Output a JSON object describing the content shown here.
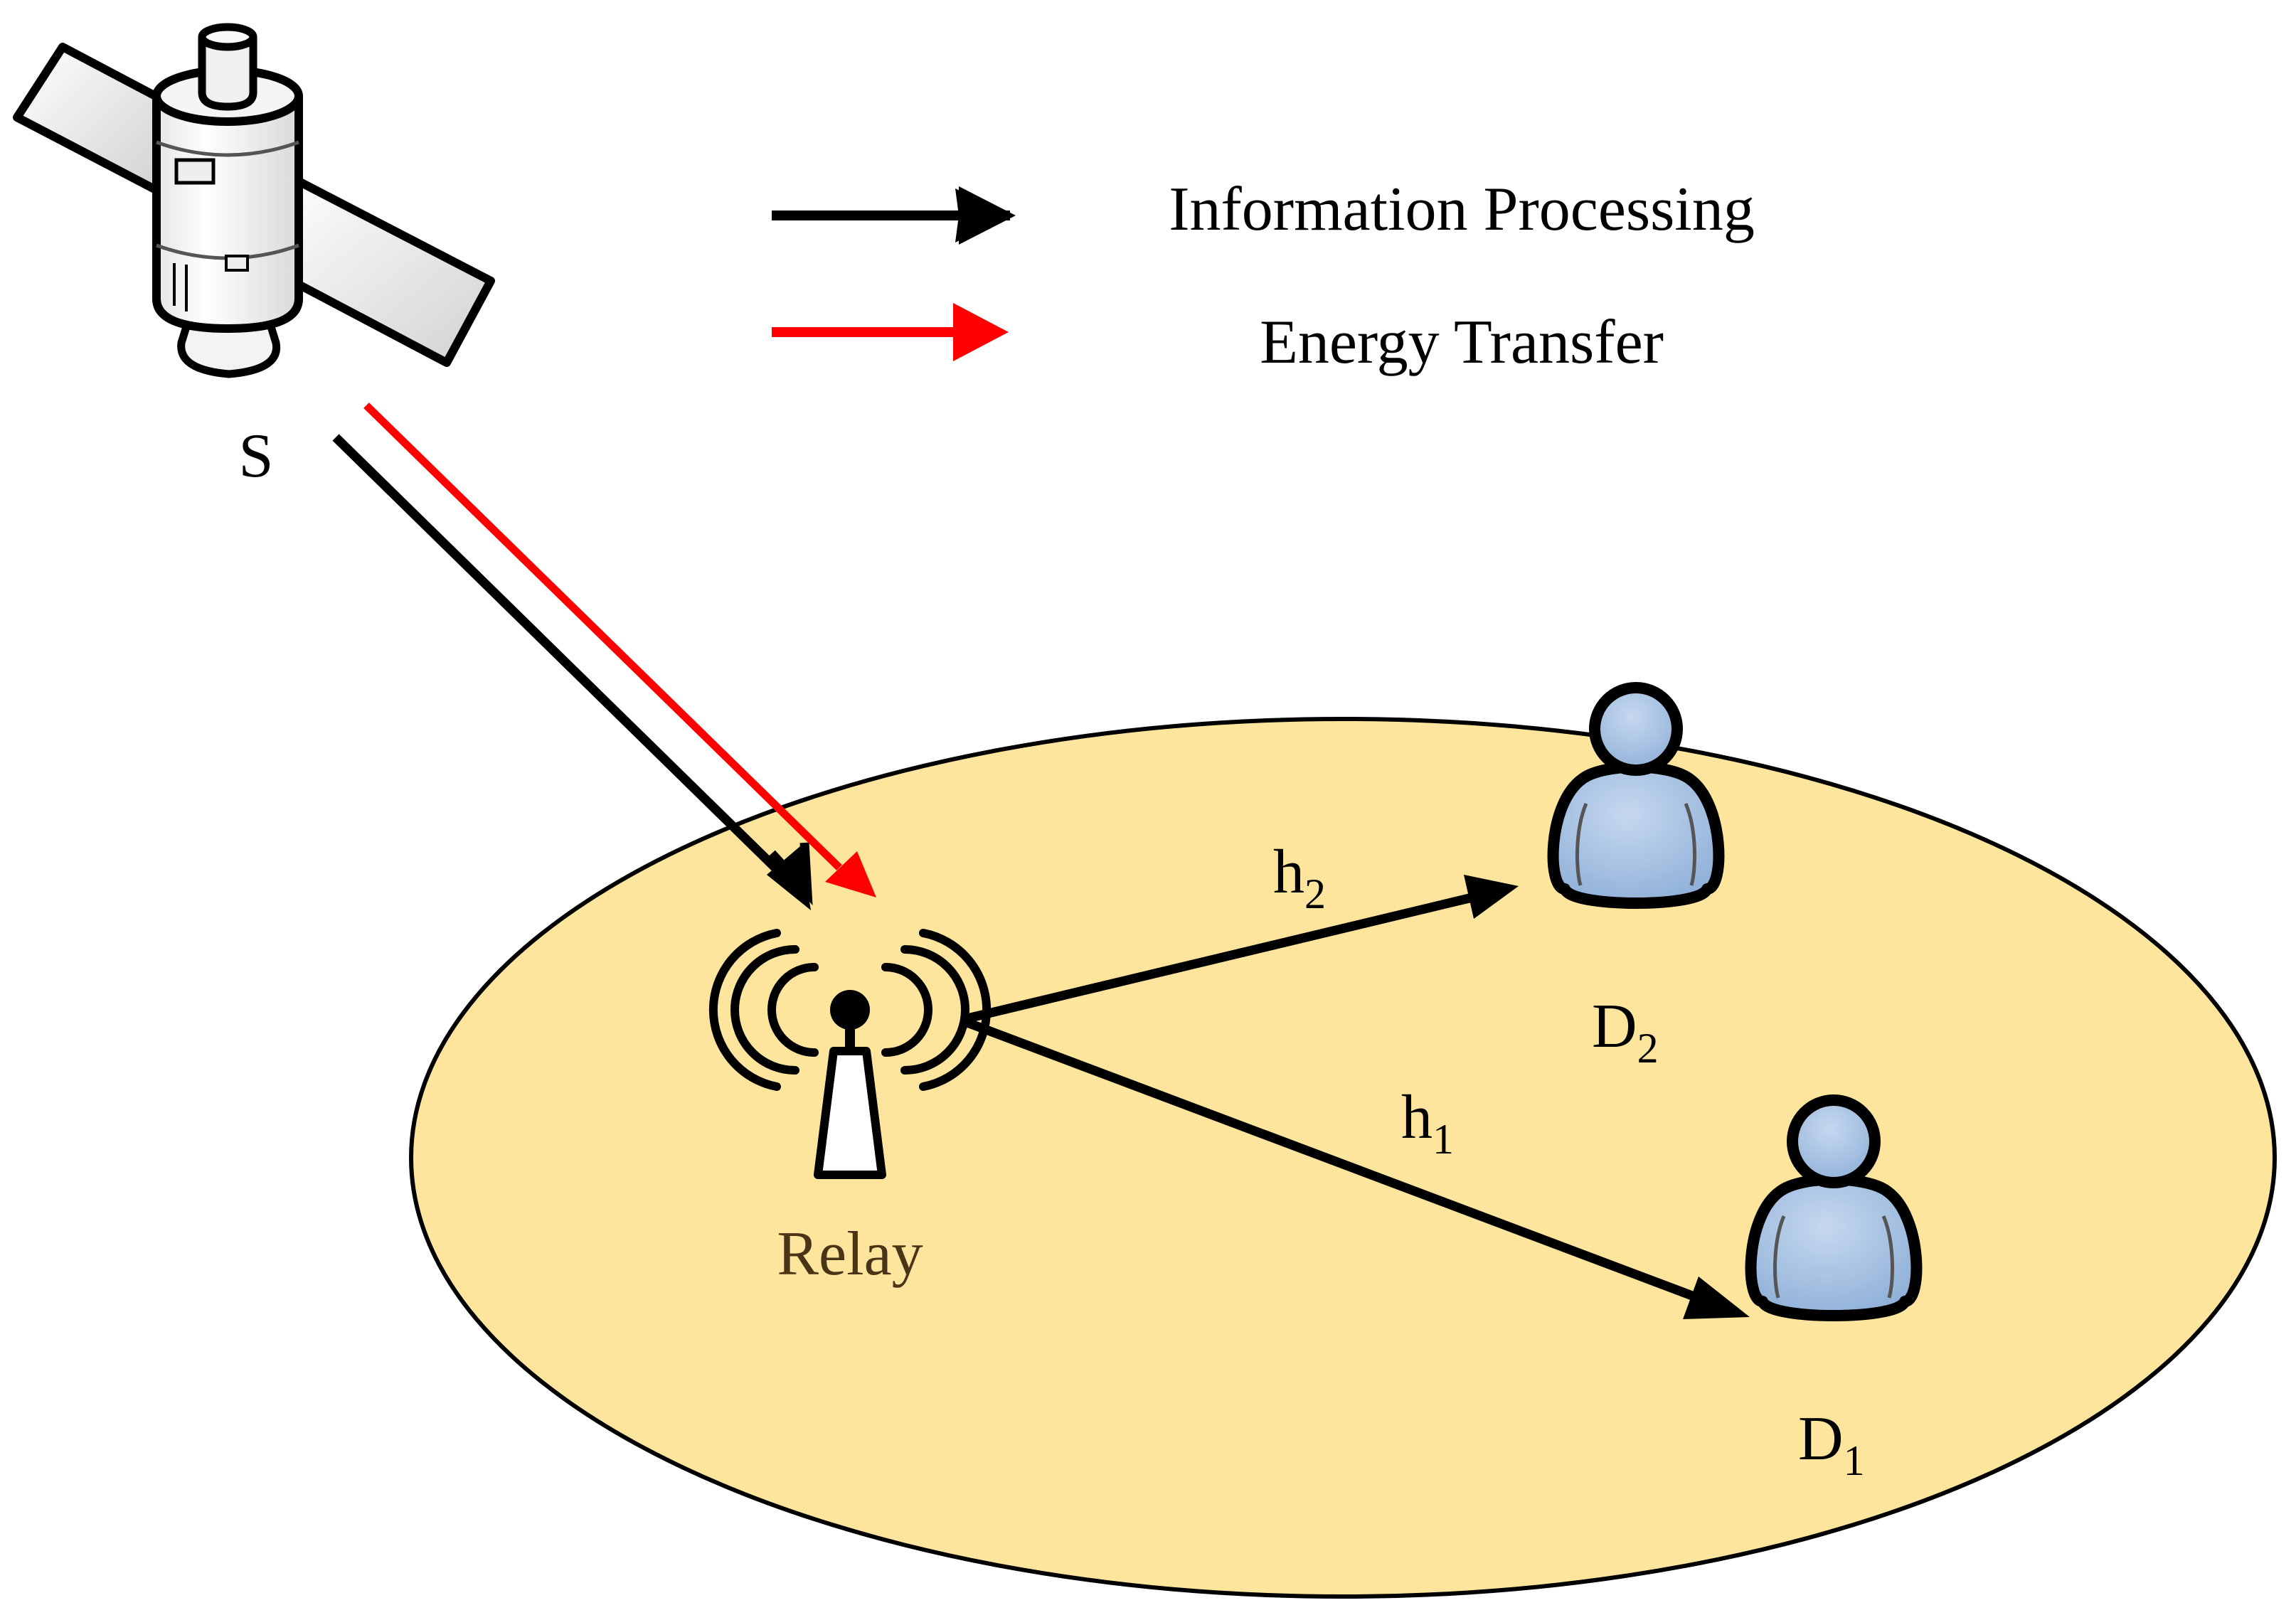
{
  "legend": {
    "info_label": "Information Processing",
    "energy_label": "Energy Transfer"
  },
  "nodes": {
    "source": "S",
    "relay": "Relay",
    "d1_main": "D",
    "d1_sub": "1",
    "d2_main": "D",
    "d2_sub": "2"
  },
  "links": {
    "h1_main": "h",
    "h1_sub": "1",
    "h2_main": "h",
    "h2_sub": "2"
  },
  "colors": {
    "info_arrow": "#000000",
    "energy_arrow": "#ff0000",
    "coverage_fill": "#fde59d",
    "user_fill": "#a9c3e3",
    "relay_label": "#4a3418"
  },
  "icons": {
    "source": "satellite-icon",
    "relay": "antenna-tower-icon",
    "user": "user-icon"
  }
}
